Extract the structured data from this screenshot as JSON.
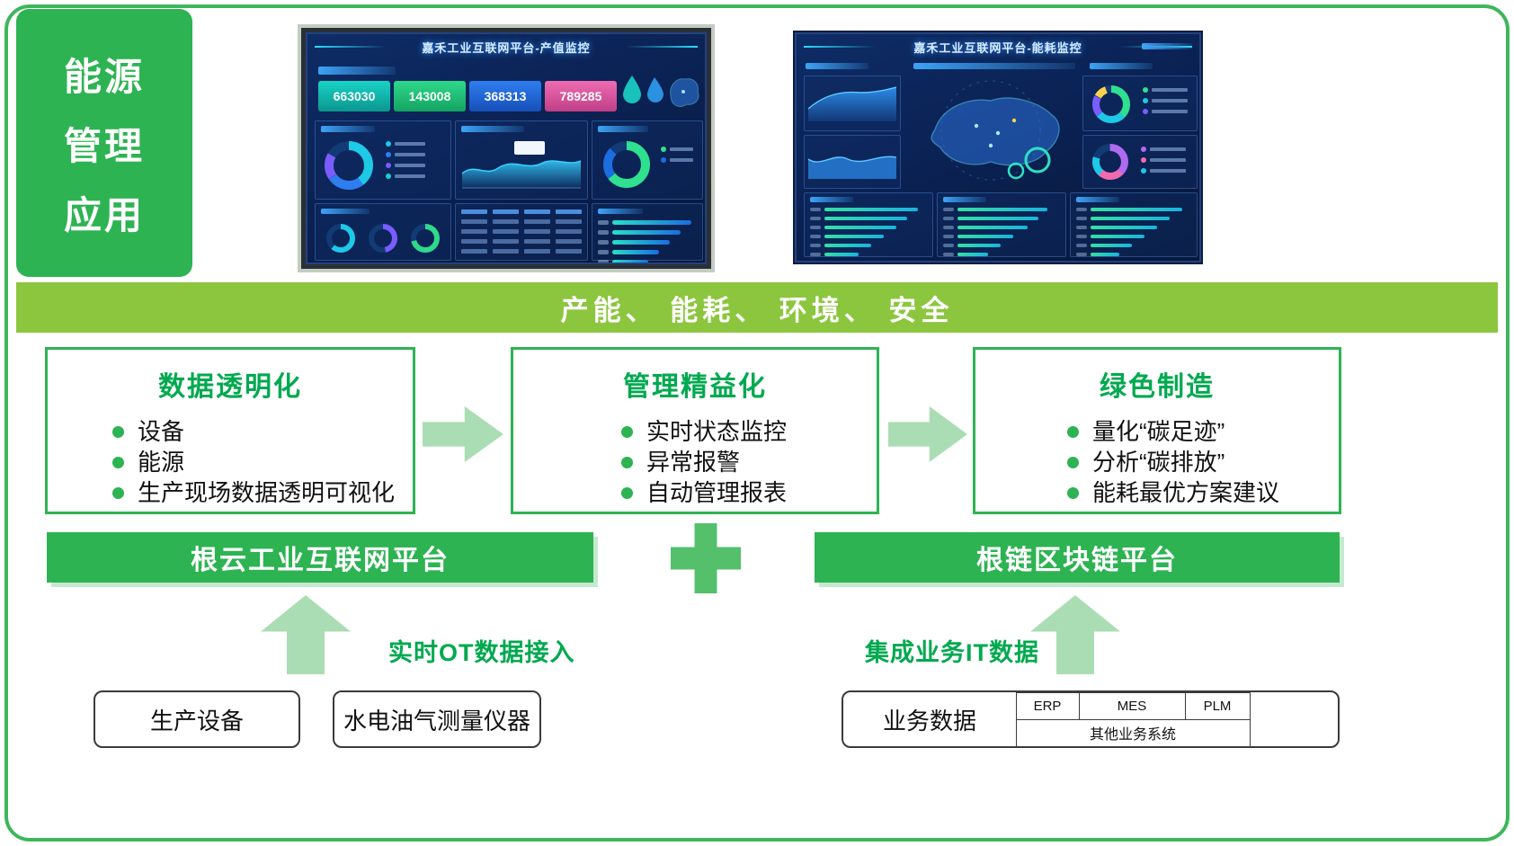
{
  "theme": {
    "accent_green": "#2EB353",
    "banner_green": "#8CC63E",
    "arrow_green": "#ABDDB4",
    "title_green": "#00A94F"
  },
  "side_label": {
    "line1": "能源",
    "line2": "管理",
    "line3": "应用"
  },
  "dashboards": {
    "left": {
      "title": "嘉禾工业互联网平台-产值监控",
      "stats": [
        "663030",
        "143008",
        "368313",
        "789285"
      ]
    },
    "right": {
      "title": "嘉禾工业互联网平台-能耗监控"
    }
  },
  "banner": {
    "text": "产能、 能耗、 环境、 安全"
  },
  "features": [
    {
      "title": "数据透明化",
      "bullets": [
        "设备",
        "能源",
        "生产现场数据透明可视化"
      ]
    },
    {
      "title": "管理精益化",
      "bullets": [
        "实时状态监控",
        "异常报警",
        "自动管理报表"
      ]
    },
    {
      "title": "绿色制造",
      "bullets": [
        "量化“碳足迹”",
        "分析“碳排放”",
        "能耗最优方案建议"
      ]
    }
  ],
  "platforms": {
    "left": "根云工业互联网平台",
    "right": "根链区块链平台"
  },
  "flows": {
    "left": "实时OT数据接入",
    "right": "集成业务IT数据"
  },
  "sources": {
    "device1": "生产设备",
    "device2": "水电油气测量仪器",
    "business": "业务数据",
    "systems": {
      "erp": "ERP",
      "mes": "MES",
      "plm": "PLM",
      "other": "其他业务系统"
    }
  }
}
